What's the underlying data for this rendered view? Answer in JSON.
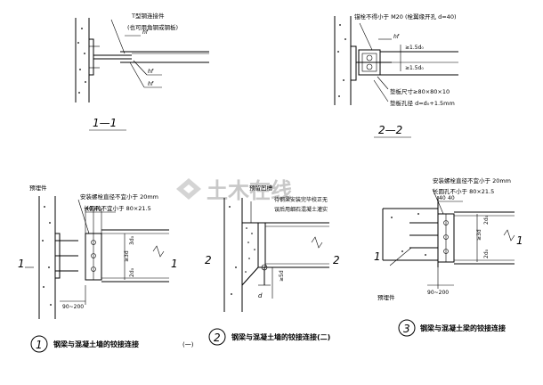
{
  "watermark": {
    "text": "土木在线",
    "logo_icon": "watermark-logo-icon"
  },
  "detail_1_1": {
    "title": "1—1",
    "note_line_1": "T型钢连接件",
    "note_line_2": "(也可用角钢或钢板)",
    "weld_1": "hf",
    "weld_2": "hf",
    "weld_3": "hf"
  },
  "detail_2_2": {
    "title": "2—2",
    "note_top": "锚栓不得小于 M20 (栓翼缘开孔 d=40)",
    "weld_1": "hf",
    "dim_1": "≥1.5d₀",
    "dim_2": "≥1.5d₀",
    "note_pad": "垫板尺寸≥80×80×10",
    "note_hole": "垫板孔径 d=d₀+1.5mm"
  },
  "detail_1": {
    "label_embed": "预埋件",
    "note_1": "安装螺栓直径不宜小于 20mm",
    "note_2": "长圆孔不宜小于 80×21.5",
    "dim_top_1": "40",
    "dim_top_2": "40",
    "dim_side_1": "3d₀",
    "dim_side_2": "≥3d",
    "dim_side_3": "2d₀",
    "dim_bottom": "90~200",
    "section_left": "1",
    "section_right": "1",
    "circle": "1",
    "caption": "钢梁与混凝土墙的铰接连接",
    "caption_suffix": "(一)"
  },
  "detail_2": {
    "label_top": "预留凹槽",
    "note_1": "待钢梁安装完毕校正无",
    "note_2": "误后用细石混凝土灌实",
    "dim_d": "d",
    "dim_5d": "≥5d",
    "section_left": "2",
    "section_right": "2",
    "circle": "2",
    "caption": "钢梁与混凝土墙的铰接连接(二)"
  },
  "detail_3": {
    "note_1": "安装螺栓直径不宜小于 20mm",
    "note_2": "长圆孔不小于 80×21.5",
    "dim_top_1": "40",
    "dim_top_2": "40",
    "dim_side_1": "2d₀",
    "dim_side_2": "≥3d",
    "dim_side_3": "2d₀",
    "label_embed": "预埋件",
    "dim_bottom": "90~200",
    "section_left": "1",
    "section_right": "1",
    "circle": "3",
    "caption": "钢梁与混凝土梁的铰接连接"
  }
}
